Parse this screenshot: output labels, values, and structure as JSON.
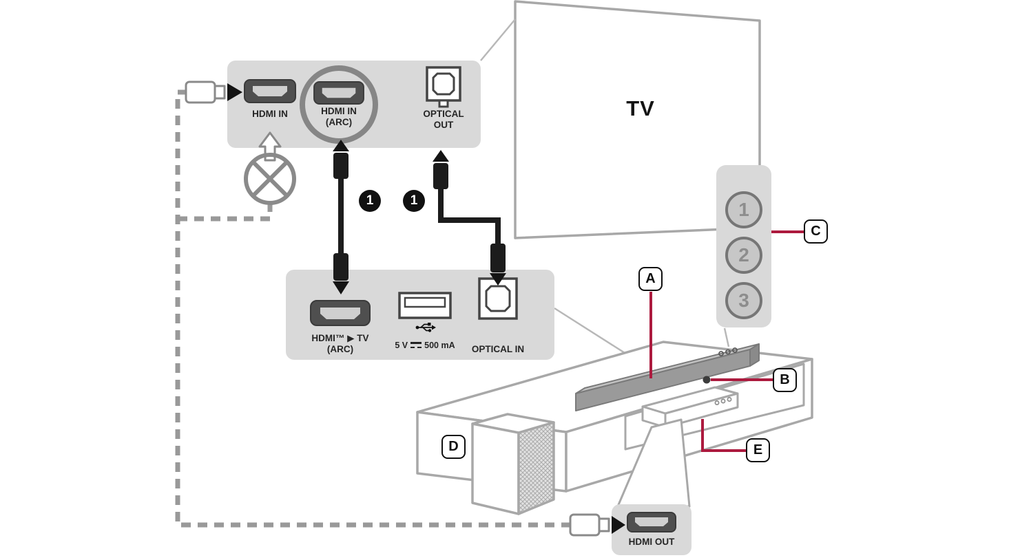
{
  "tv": {
    "label": "TV"
  },
  "tv_ports_panel": {
    "hdmi_in_label": "HDMI IN",
    "hdmi_in_arc_label_line1": "HDMI IN",
    "hdmi_in_arc_label_line2": "(ARC)",
    "optical_out_label_line1": "OPTICAL",
    "optical_out_label_line2": "OUT"
  },
  "soundbar_ports_panel": {
    "hdmi_arc_label_line1": "HDMI™ ▶ TV",
    "hdmi_arc_label_line2": "(ARC)",
    "usb_label_prefix": "5 V",
    "usb_label_suffix": "500 mA",
    "optical_in_label": "OPTICAL IN"
  },
  "hdmi_out_panel": {
    "label": "HDMI OUT"
  },
  "tv_side_buttons": {
    "button_1": "1",
    "button_2": "2",
    "button_3": "3"
  },
  "step_badges": {
    "hdmi_cable_step": "1",
    "optical_cable_step": "1"
  },
  "callout_labels": {
    "soundbar": "A",
    "soundbar_button": "B",
    "tv_buttons": "C",
    "subwoofer": "D",
    "player": "E"
  },
  "colors": {
    "panel_gray": "#d9d9d9",
    "annotation_red": "#ac1a3e",
    "cable_black": "#1c1c1c",
    "outline_gray": "#a8a8a8",
    "dashed_gray": "#999999"
  },
  "icons": {
    "usb": "usb-trident-icon",
    "dc_power": "dc-solid-over-dashed-icon",
    "prohibited": "crossed-circle-icon",
    "plug_arrow": "black-right-triangle"
  }
}
